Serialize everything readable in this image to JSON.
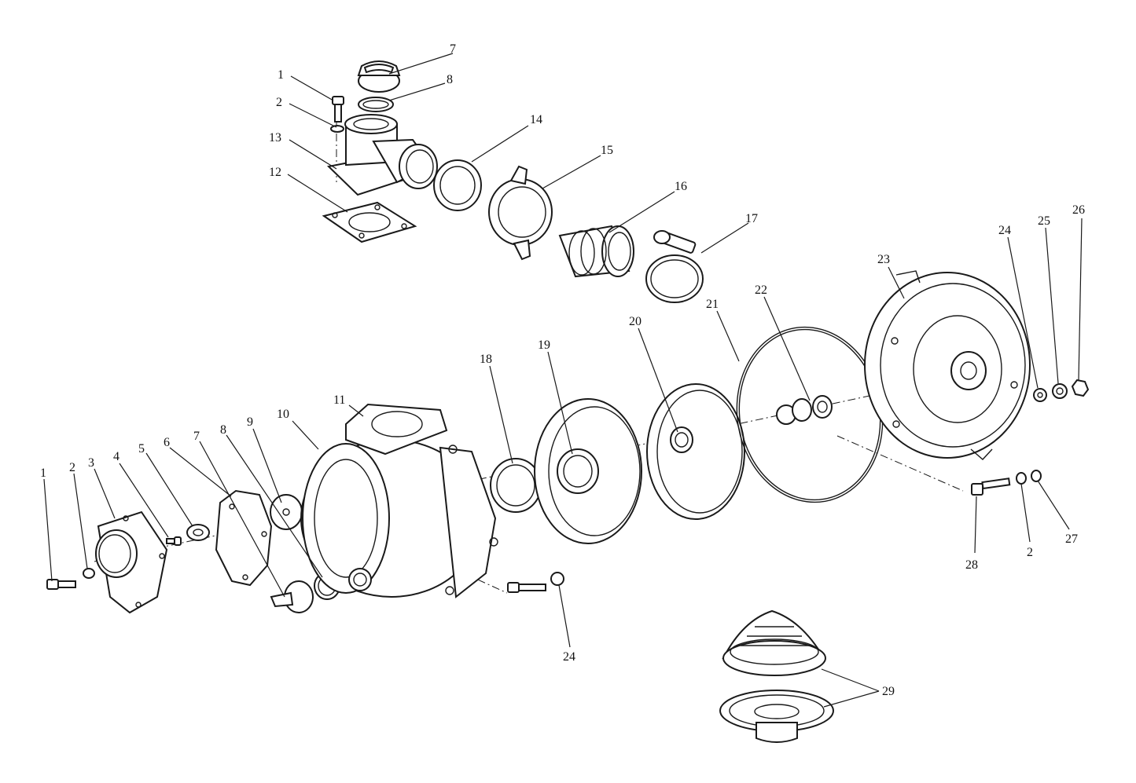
{
  "callouts": [
    "1",
    "2",
    "3",
    "4",
    "5",
    "6",
    "7",
    "8",
    "9",
    "10",
    "11",
    "12",
    "13",
    "14",
    "15",
    "16",
    "17",
    "18",
    "19",
    "20",
    "21",
    "22",
    "23",
    "24",
    "25",
    "26",
    "27",
    "28",
    "29"
  ],
  "colors": {
    "line": "#1a1a1a",
    "background": "#ffffff"
  }
}
